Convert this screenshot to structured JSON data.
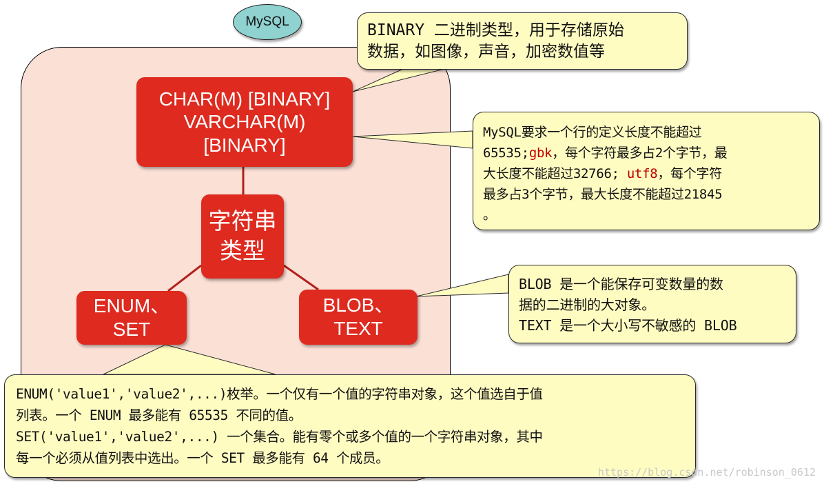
{
  "colors": {
    "panel_fill": "#fbe0d6",
    "box_red": "#de2a1f",
    "note_fill": "#fffcc2",
    "oval_fill": "#8fd2d0",
    "connector": "#b3201a",
    "highlight": "#c00000"
  },
  "title_oval": {
    "label": "MySQL"
  },
  "nodes": {
    "char_varchar": {
      "lines": [
        "CHAR(M) [BINARY]",
        "VARCHAR(M)",
        "[BINARY]"
      ]
    },
    "string_type": {
      "lines": [
        "字符串",
        "类型"
      ]
    },
    "enum_set": {
      "lines": [
        "ENUM、",
        "SET"
      ]
    },
    "blob_text": {
      "lines": [
        "BLOB、",
        "TEXT"
      ]
    }
  },
  "notes": {
    "binary": {
      "lines": [
        "BINARY 二进制类型，用于存储原始",
        "数据，如图像，声音，加密数值等"
      ]
    },
    "length": {
      "line1": "MySQL要求一个行的定义长度不能超过",
      "line2_prefix": "65535;",
      "line2_hl": "gbk",
      "line2_suffix": "，每个字符最多占2个字节，最",
      "line3_prefix": "大长度不能超过32766; ",
      "line3_hl": "utf8",
      "line3_suffix": "，每个字符",
      "line4": "最多占3个字节，最大长度不能超过21845",
      "line5": "。"
    },
    "blob": {
      "lines": [
        "BLOB 是一个能保存可变数量的数",
        "据的二进制的大对象。",
        "TEXT 是一个大小写不敏感的 BLOB"
      ]
    },
    "enum": {
      "lines": [
        "ENUM('value1','value2',...)枚举。一个仅有一个值的字符串对象，这个值选自于值",
        "列表。一个 ENUM 最多能有 65535 不同的值。",
        "SET('value1','value2',...) 一个集合。能有零个或多个值的一个字符串对象，其中",
        "每一个必须从值列表中选出。一个 SET 最多能有 64 个成员。"
      ]
    }
  },
  "watermark": "https://blog.csdn.net/robinson_0612"
}
